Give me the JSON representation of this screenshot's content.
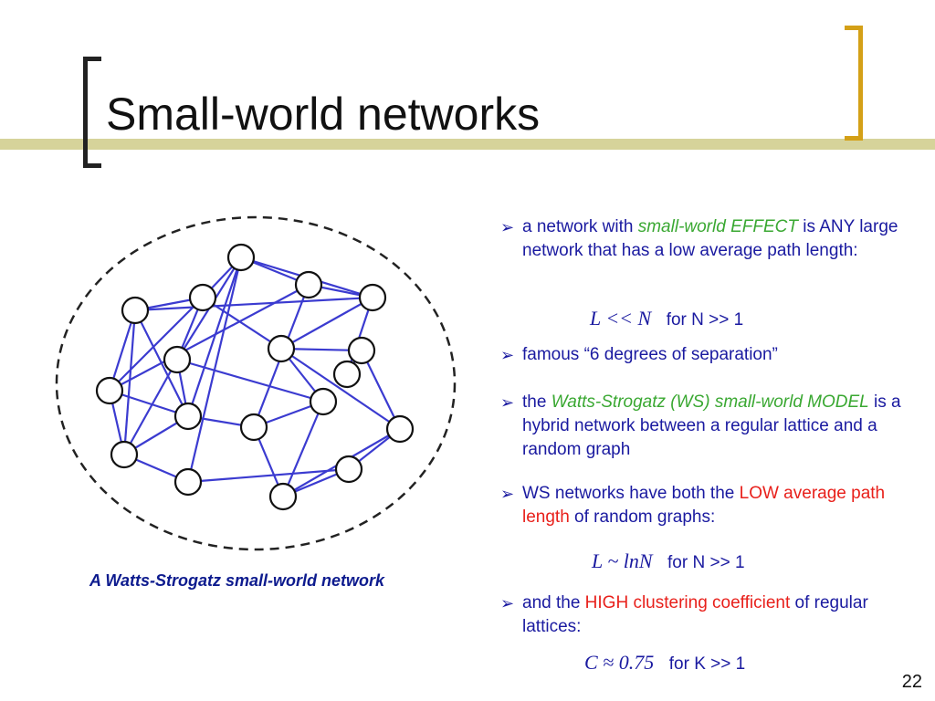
{
  "title": "Small-world networks",
  "caption": "A Watts-Strogatz small-world network",
  "page_number": "22",
  "bullets": [
    {
      "parts": [
        {
          "t": "a network with ",
          "c": ""
        },
        {
          "t": "small-world EFFECT",
          "c": "g"
        },
        {
          "t": " is ANY large network that has a low average path length:",
          "c": ""
        }
      ]
    },
    {
      "parts": [
        {
          "t": "famous “6 degrees of separation”",
          "c": ""
        }
      ]
    },
    {
      "parts": [
        {
          "t": "the ",
          "c": ""
        },
        {
          "t": "Watts-Strogatz (WS) small-world MODEL",
          "c": "g"
        },
        {
          "t": " is a hybrid network between a regular lattice and a random graph",
          "c": ""
        }
      ]
    },
    {
      "parts": [
        {
          "t": "WS networks have both the ",
          "c": ""
        },
        {
          "t": "LOW average path length",
          "c": "r"
        },
        {
          "t": " of random graphs:",
          "c": ""
        }
      ]
    },
    {
      "parts": [
        {
          "t": "and the ",
          "c": ""
        },
        {
          "t": "HIGH clustering coefficient",
          "c": "r"
        },
        {
          "t": " of regular lattices:",
          "c": ""
        }
      ]
    }
  ],
  "formulas": {
    "f1_lhs": "L << N",
    "f1_rhs": "for N >> 1",
    "f2_lhs": "L ~ lnN",
    "f2_rhs": "for N >> 1",
    "f3_lhs": "C ≈ 0.75",
    "f3_rhs": "for K >> 1"
  },
  "colors": {
    "edge": "#3b3bd0",
    "node_stroke": "#111111",
    "bracket_right": "#d4a017"
  },
  "network": {
    "nodes": [
      {
        "id": 1
      },
      {
        "id": 2
      },
      {
        "id": 3
      },
      {
        "id": 4
      },
      {
        "id": 5
      },
      {
        "id": 6
      },
      {
        "id": 7
      },
      {
        "id": 8
      },
      {
        "id": 9
      },
      {
        "id": 10
      },
      {
        "id": 11
      },
      {
        "id": 12
      },
      {
        "id": 13
      },
      {
        "id": 14
      },
      {
        "id": 15
      },
      {
        "id": 16
      },
      {
        "id": 17
      },
      {
        "id": 18
      }
    ],
    "edges": [
      [
        1,
        2
      ],
      [
        1,
        3
      ],
      [
        1,
        4
      ],
      [
        2,
        3
      ],
      [
        2,
        7
      ],
      [
        2,
        8
      ],
      [
        3,
        4
      ],
      [
        3,
        6
      ],
      [
        4,
        6
      ],
      [
        4,
        5
      ],
      [
        5,
        16
      ],
      [
        6,
        7
      ],
      [
        6,
        8
      ],
      [
        6,
        14
      ],
      [
        7,
        8
      ],
      [
        7,
        13
      ],
      [
        8,
        9
      ],
      [
        8,
        10
      ],
      [
        9,
        10
      ],
      [
        9,
        14
      ],
      [
        10,
        12
      ],
      [
        10,
        18
      ],
      [
        11,
        12
      ],
      [
        11,
        17
      ],
      [
        11,
        18
      ],
      [
        12,
        13
      ],
      [
        12,
        17
      ],
      [
        13,
        14
      ],
      [
        14,
        15
      ],
      [
        15,
        16
      ],
      [
        15,
        17
      ],
      [
        16,
        17
      ],
      [
        1,
        6
      ],
      [
        1,
        10
      ],
      [
        3,
        9
      ],
      [
        4,
        7
      ],
      [
        5,
        8
      ],
      [
        13,
        15
      ],
      [
        2,
        12
      ]
    ]
  }
}
